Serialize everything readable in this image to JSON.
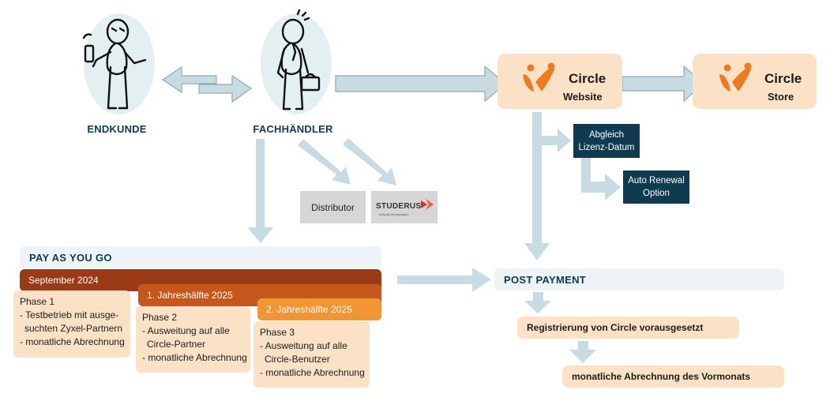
{
  "personas": {
    "endkunde": "ENDKUNDE",
    "fachhaendler": "FACHHÄNDLER"
  },
  "circle_website": {
    "brand": "Circle",
    "subtitle": "Website"
  },
  "circle_store": {
    "brand": "Circle",
    "subtitle": "Store"
  },
  "distributor": "Distributor",
  "studerus": {
    "name": "STUDERUS",
    "tagline": "network technologies"
  },
  "abgleich": [
    "Abgleich",
    "Lizenz-Datum"
  ],
  "auto_renewal": [
    "Auto Renewal",
    "Option"
  ],
  "pay_as_you_go": {
    "title": "PAY AS YOU GO",
    "dates": [
      "September 2024",
      "1. Jahreshälfte 2025",
      "2. Jahreshälfte 2025"
    ],
    "phase1": [
      "Phase 1",
      "- Testbetrieb mit ausge-",
      "  suchten Zyxel-Partnern",
      "- monatliche Abrechnung"
    ],
    "phase2": [
      "Phase 2",
      "- Ausweitung auf alle",
      "  Circle-Partner",
      "- monatliche Abrechnung"
    ],
    "phase3": [
      "Phase 3",
      "- Ausweitung auf alle",
      "  Circle-Benutzer",
      "- monatliche Abrechnung"
    ]
  },
  "post_payment": {
    "title": "POST PAYMENT",
    "step1": "Registrierung von Circle vorausgesetzt",
    "step2": "monatliche Abrechnung des Vormonats"
  },
  "colors": {
    "arrow": "#c8dbe2",
    "arrow_stroke": "#8fa9b3",
    "dark_blue": "#0f3a4f",
    "peach": "#fbe1c5",
    "september_bar": "#9a3a17",
    "h1_bar": "#c4581c",
    "h2_bar": "#f29534",
    "logo_orange": "#f07a1e"
  }
}
